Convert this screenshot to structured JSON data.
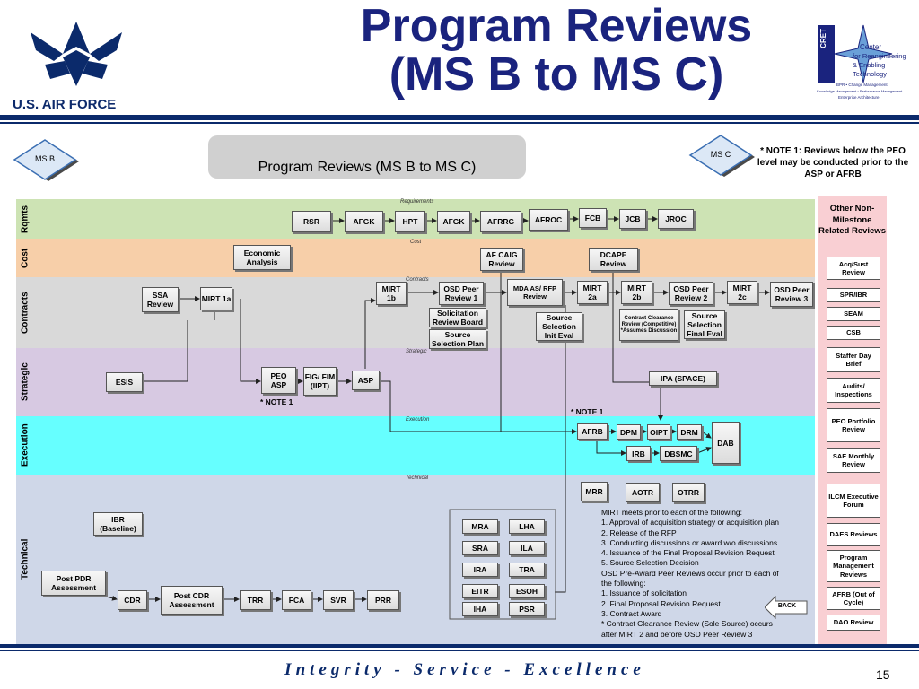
{
  "header": {
    "title_line1": "Program Reviews",
    "title_line2": "(MS B to MS C)",
    "logo_label": "U.S. AIR FORCE",
    "cret_lines": [
      "CRET",
      "Center",
      "for Reengineering",
      "& Enabling",
      "Technology",
      "BPR • Change Management",
      "Knowledge Management • Performance Management",
      "Enterprise Architecture"
    ],
    "brand_color": "#0b2a6b"
  },
  "subtitle": "Program Reviews (MS B to MS C)",
  "milestones": {
    "start": "MS B",
    "end": "MS C"
  },
  "note1": "* NOTE 1:  Reviews below the PEO level may be conducted prior to the ASP or AFRB",
  "lanes": [
    {
      "label": "Rqmts",
      "tag": "Requirements",
      "color": "#cde3b4"
    },
    {
      "label": "Cost",
      "tag": "Cost",
      "color": "#f7cfa9"
    },
    {
      "label": "Contracts",
      "tag": "Contracts",
      "color": "#d9d9d9"
    },
    {
      "label": "Strategic",
      "tag": "Strategic",
      "color": "#d7c9e2"
    },
    {
      "label": "Execution",
      "tag": "Execution",
      "color": "#66ffff"
    },
    {
      "label": "Technical",
      "tag": "Technical",
      "color": "#cfd7e8"
    }
  ],
  "nodes": {
    "rsr": "RSR",
    "afgk1": "AFGK",
    "hpt": "HPT",
    "afgk2": "AFGK",
    "afrrg": "AFRRG",
    "afroc": "AFROC",
    "fcb": "FCB",
    "jcb": "JCB",
    "jroc": "JROC",
    "econ": "Economic Analysis",
    "afcaig": "AF CAIG Review",
    "dcape": "DCAPE Review",
    "ssa": "SSA Review",
    "mirt1a": "MIRT 1a",
    "mirt1b": "MIRT 1b",
    "osd1": "OSD Peer Review 1",
    "srb": "Solicitation Review Board",
    "ssp": "Source Selection Plan",
    "mda": "MDA AS/ RFP Review",
    "ssie": "Source Selection Init Eval",
    "mirt2a": "MIRT 2a",
    "mirt2b": "MIRT 2b",
    "ccr": "Contract Clearance Review (Competitive) *Assumes Discussion",
    "osd2": "OSD Peer Review 2",
    "ssfe": "Source Selection Final Eval",
    "mirt2c": "MIRT 2c",
    "osd3": "OSD Peer Review 3",
    "esis": "ESIS",
    "peoasp": "PEO ASP",
    "fig": "FIG/ FIM (IIPT)",
    "asp": "ASP",
    "ipa": "IPA (SPACE)",
    "note_a": "* NOTE 1",
    "note_b": "* NOTE 1",
    "afrb": "AFRB",
    "dpm": "DPM",
    "oipt": "OIPT",
    "drm": "DRM",
    "dab": "DAB",
    "irb": "IRB",
    "dbsmc": "DBSMC",
    "mrr": "MRR",
    "aotr": "AOTR",
    "otrr": "OTRR",
    "ibr": "IBR (Baseline)",
    "pdr": "Post PDR Assessment",
    "cdr": "CDR",
    "pcdr": "Post CDR Assessment",
    "trr": "TRR",
    "fca": "FCA",
    "svr": "SVR",
    "prr": "PRR",
    "mra": "MRA",
    "lha": "LHA",
    "sra": "SRA",
    "ila": "ILA",
    "ira": "IRA",
    "tra": "TRA",
    "eitr": "EITR",
    "esoh": "ESOH",
    "iha": "IHA",
    "psr": "PSR"
  },
  "mirt_notes": [
    "MIRT meets prior to each of the following:",
    "1. Approval of acquisition strategy or acquisition plan",
    "2. Release of the RFP",
    "3. Conducting discussions or award w/o discussions",
    "4. Issuance of the Final Proposal Revision Request",
    "5. Source Selection Decision",
    "OSD Pre-Award Peer Reviews occur prior to each of",
    "the following:",
    "1.  Issuance of solicitation",
    "2.  Final Proposal Revision Request",
    "3.  Contract Award",
    "* Contract Clearance Review (Sole Source) occurs",
    "after MIRT 2 and before OSD Peer Review 3"
  ],
  "side_panel": {
    "title": "Other Non-Milestone Related Reviews",
    "items": [
      "Acq/Sust Review",
      "SPR/IBR",
      "SEAM",
      "CSB",
      "Staffer Day Brief",
      "Audits/ Inspections",
      "PEO Portfolio Review",
      "SAE Monthly Review",
      "ILCM Executive Forum",
      "DAES Reviews",
      "Program Management Reviews",
      "AFRB (Out of Cycle)",
      "DAO Review"
    ]
  },
  "back": "BACK",
  "footer": {
    "motto": "Integrity - Service - Excellence",
    "page": "15"
  }
}
